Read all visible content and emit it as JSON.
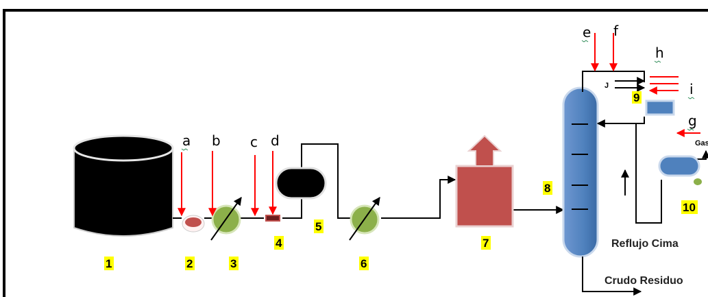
{
  "diagram": {
    "numbers": [
      "1",
      "2",
      "3",
      "4",
      "5",
      "6",
      "7",
      "8",
      "9",
      "10"
    ],
    "letters": [
      "a",
      "b",
      "c",
      "d",
      "e",
      "f",
      "h",
      "i",
      "g",
      "J"
    ],
    "text_labels": {
      "reflujo": "Reflujo Cima",
      "crudo": "Crudo Residuo",
      "gas": "Gas"
    },
    "colors": {
      "number_highlight": "#ffff00",
      "stream_arrow": "#ff0000",
      "column": "#4f81bd",
      "furnace": "#c0504d",
      "exchanger": "#8cb04a"
    }
  }
}
